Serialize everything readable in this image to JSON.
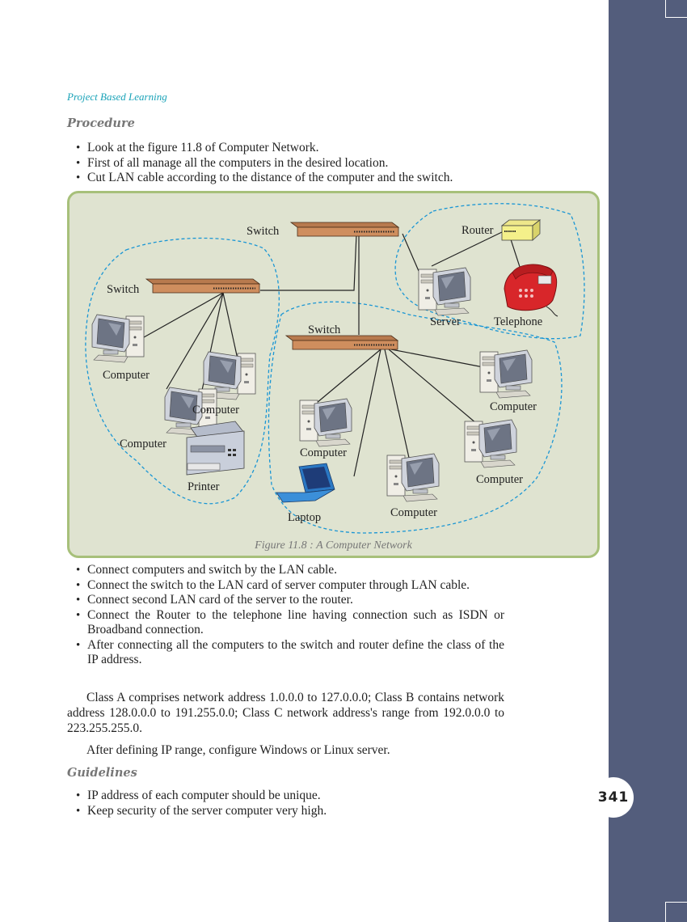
{
  "running_head": "Project Based Learning",
  "page_number": "341",
  "procedure": {
    "heading": "Procedure",
    "items_before": [
      "Look at the figure 11.8 of Computer Network.",
      "First of all manage all the computers in the desired location.",
      "Cut LAN cable according to the distance of the computer and the switch."
    ],
    "items_after": [
      "Connect computers and switch by the LAN cable.",
      "Connect the switch to the LAN card of server computer through LAN cable.",
      "Connect second LAN card of the server to the router.",
      "Connect the Router to the telephone line having connection such as ISDN or Broadband connection.",
      "After connecting all the computers to the switch and router define the class of the IP address."
    ],
    "para1": "Class A comprises network address 1.0.0.0 to 127.0.0.0; Class B contains network address 128.0.0.0 to 191.255.0.0; Class C network address's range from 192.0.0.0 to 223.255.255.0.",
    "para2": "After defining IP range, configure Windows or Linux server."
  },
  "guidelines": {
    "heading": "Guidelines",
    "items": [
      "IP address of each computer should be unique.",
      "Keep security of the server computer very high."
    ]
  },
  "figure": {
    "caption": "Figure 11.8 : A Computer Network",
    "labels": {
      "switch_main": "Switch",
      "switch_left": "Switch",
      "switch_center": "Switch",
      "router": "Router",
      "server": "Server",
      "telephone": "Telephone",
      "computer_left_1": "Computer",
      "computer_left_2": "Computer",
      "computer_left_3": "Computer",
      "printer": "Printer",
      "computer_center_1": "Computer",
      "computer_center_2": "Computer",
      "computer_right_1": "Computer",
      "computer_right_2": "Computer",
      "laptop": "Laptop"
    }
  },
  "colors": {
    "sidebar": "#535d7c",
    "figure_border": "#a7c07a",
    "figure_bg": "#dfe3d0",
    "switch_fill": "#cf8e5e",
    "router_fill": "#f4f08a",
    "telephone_fill": "#d8262a",
    "dashed_outline": "#1a96d4",
    "running_head": "#1aa3b8"
  }
}
